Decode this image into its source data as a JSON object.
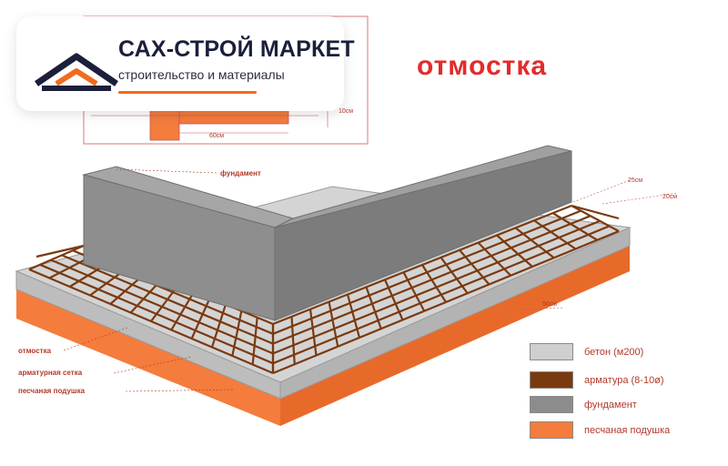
{
  "brand": {
    "title": "САХ-СТРОЙ МАРКЕТ",
    "subtitle": "строительство и материалы",
    "accent": "#ef6c1e",
    "dark": "#1b1f3b"
  },
  "diagram": {
    "title": "отмостка",
    "title_color": "#e32b2b",
    "labels": {
      "foundation": "фундамент",
      "otmostka": "отмостка",
      "mesh": "арматурная сетка",
      "sand": "песчаная подушка"
    },
    "dimensions": {
      "d25": "25см",
      "d20": "20см",
      "d50": "50см",
      "d60": "60см",
      "d10": "10см"
    }
  },
  "legend": [
    {
      "label": "бетон (м200)",
      "color": "#cfcfcf"
    },
    {
      "label": "арматура (8-10ø)",
      "color": "#7a3a10"
    },
    {
      "label": "фундамент",
      "color": "#8c8c8c"
    },
    {
      "label": "песчаная подушка",
      "color": "#f47c3c"
    }
  ]
}
